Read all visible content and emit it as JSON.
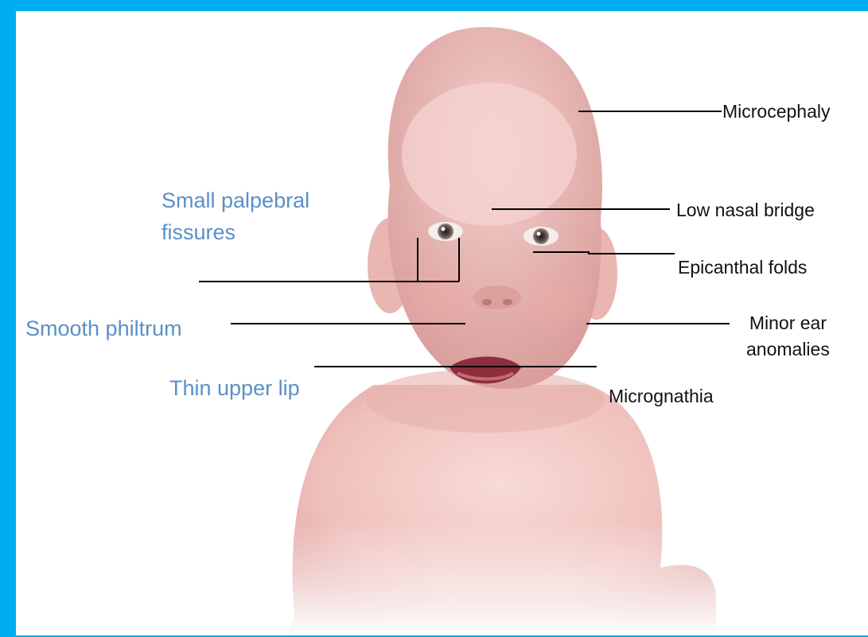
{
  "colors": {
    "frame": "#00AEEF",
    "left_label": "#5B8FC7",
    "right_label": "#111111",
    "skin": "#F2C9C6",
    "skin_shade": "#E3A8A6",
    "leader_line": "#000000"
  },
  "labels": {
    "small_palpebral_fissures": [
      "Small palpebral",
      "fissures"
    ],
    "smooth_philtrum": "Smooth philtrum",
    "thin_upper_lip": "Thin upper lip",
    "microcephaly": "Microcephaly",
    "low_nasal_bridge": "Low nasal bridge",
    "epicanthal_folds": "Epicanthal folds",
    "minor_ear_anomalies": [
      "Minor ear",
      "anomalies"
    ],
    "micrognathia": "Micrognathia"
  }
}
